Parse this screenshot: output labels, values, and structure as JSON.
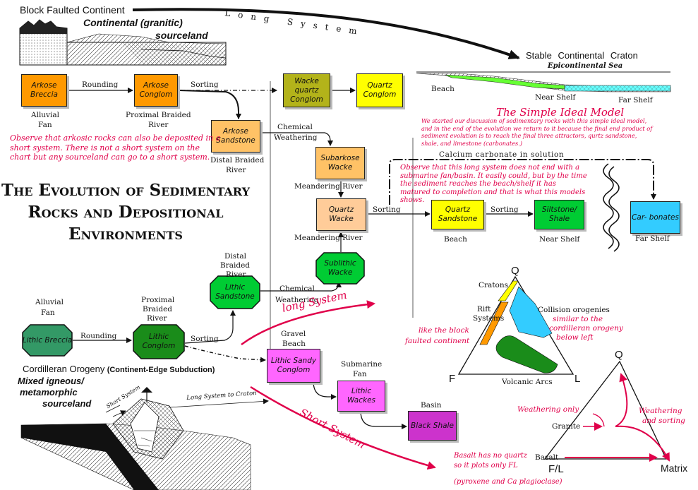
{
  "header": {
    "block_faulted": "Block Faulted Continent",
    "continental_sourceland_1": "Continental (granitic)",
    "continental_sourceland_2": "sourceland",
    "long_system": "Long System",
    "stable_craton": "Stable Continental Craton",
    "epicontinental_sea": "Epicontinental Sea",
    "beach": "Beach",
    "near_shelf": "Near Shelf",
    "far_shelf": "Far Shelf"
  },
  "title_lines": [
    "The Evolution of Sedimentary",
    "Rocks and Depositional",
    "Environments"
  ],
  "model": {
    "heading": "The Simple Ideal Model",
    "text": "We started our discussion of sedimentary rocks with this simple ideal model, and in the end of the evolution we return to it because the final end product of sediment evolution is to reach the final three attractors, qurtz sandstone, shale, and limestone (carbonates.)"
  },
  "boxes": {
    "arkose_breccia": "Arkose Breccia",
    "arkose_conglom": "Arkose Conglom",
    "arkose_sandstone": "Arkose Sandstone",
    "wacke_quartz_conglom": "Wacke quartz Conglom",
    "quartz_conglom": "Quartz Conglom",
    "subarkose_wacke": "Subarkose Wacke",
    "quartz_wacke": "Quartz Wacke",
    "sublithic_wacke": "Sublithic Wacke",
    "quartz_sandstone": "Quartz Sandstone",
    "siltstone_shale": "Siltstone/ Shale",
    "carbonates": "Car- bonates",
    "lithic_breccia": "Lithic Breccia",
    "lithic_conglom": "Lithic Conglom",
    "lithic_sandstone": "Lithic Sandstone",
    "lithic_sandy_conglom": "Lithic Sandy Conglom",
    "lithic_wackes": "Lithic Wackes",
    "black_shale": "Black Shale"
  },
  "process_labels": {
    "rounding_top": "Rounding",
    "sorting_top": "Sorting",
    "chemical_weathering_top_1": "Chemical",
    "chemical_weathering_top_2": "Weathering",
    "meandering_river_1": "Meandering River",
    "meandering_river_2": "Meandering River",
    "sorting_mid": "Sorting",
    "sorting_mid2": "Sorting",
    "calcium_carbonate": "Calcium carbonate in solution",
    "rounding_bottom": "Rounding",
    "sorting_bottom": "Sorting",
    "chemical_weathering_bottom_1": "Chemical",
    "chemical_weathering_bottom_2": "Weathering"
  },
  "environment_labels": {
    "alluvial_fan_top_1": "Alluvial",
    "alluvial_fan_top_2": "Fan",
    "proximal_braided_top_1": "Proximal Braided",
    "proximal_braided_top_2": "River",
    "distal_braided_top_1": "Distal Braided",
    "distal_braided_top_2": "River",
    "beach_env": "Beach",
    "near_shelf_env": "Near Shelf",
    "far_shelf_env": "Far Shelf",
    "alluvial_fan_bottom_1": "Alluvial",
    "alluvial_fan_bottom_2": "Fan",
    "proximal_braided_bottom_1": "Proximal",
    "proximal_braided_bottom_2": "Braided",
    "proximal_braided_bottom_3": "River",
    "distal_braided_bottom_1": "Distal",
    "distal_braided_bottom_2": "Braided",
    "distal_braided_bottom_3": "River",
    "gravel_beach_1": "Gravel",
    "gravel_beach_2": "Beach",
    "submarine_fan_1": "Submarine",
    "submarine_fan_2": "Fan",
    "basin": "Basin"
  },
  "notes": {
    "arkosic": "Observe that arkosic rocks can also be deposited in a short system. There is not a short system on the chart but any sourceland can go to a short system.",
    "long_not_end": "Observe that this long system does not end with a submarine fan/basin. It easily could, but by the time the sediment reaches the beach/shelf it has matured to completion and that is what this models shows.",
    "long_system_red": "long System",
    "short_system_red": "Short System",
    "basalt_1": "Basalt has no quartz",
    "basalt_2": "so it plots only FL",
    "basalt_3": "(pyroxene and Ca plagioclase)"
  },
  "cordilleran": {
    "heading_bold": "Cordilleran Orogeny",
    "heading_rest": "(Continent-Edge Subduction)",
    "source_1": "Mixed igneous/",
    "source_2": "metamorphic",
    "source_3": "sourceland",
    "short_system_small": "Short System",
    "long_system_to_craton": "Long System to Craton"
  },
  "qfl": {
    "q": "Q",
    "f": "F",
    "l": "L",
    "cratons": "Cratons",
    "rift_1": "Rift",
    "rift_2": "Systems",
    "collision": "Collision orogenies",
    "similar_1": "similar to the",
    "similar_2": "cordilleran orogeny",
    "similar_3": "below left",
    "like_1": "like the block",
    "like_2": "faulted continent",
    "volcanic_arcs": "Volcanic Arcs"
  },
  "qfm": {
    "q": "Q",
    "fl": "F/L",
    "matrix": "Matrix",
    "granite": "Granite",
    "basalt": "Basalt",
    "weathering_only": "Weathering only",
    "weathering_sorting_1": "Weathering",
    "weathering_sorting_2": "and sorting"
  },
  "colors": {
    "arkose": "#ff9900",
    "wacke_olive": "#b3b31a",
    "quartz_yellow": "#ffff00",
    "subarkose": "#ffc266",
    "quartz_wacke": "#ffcc99",
    "green_bright": "#00cc33",
    "green_dark": "#1a8c1a",
    "lithic_breccia": "#339966",
    "cyan": "#33ccff",
    "pink": "#ff66ff",
    "magenta": "#cc33cc",
    "red": "#e0004a"
  }
}
